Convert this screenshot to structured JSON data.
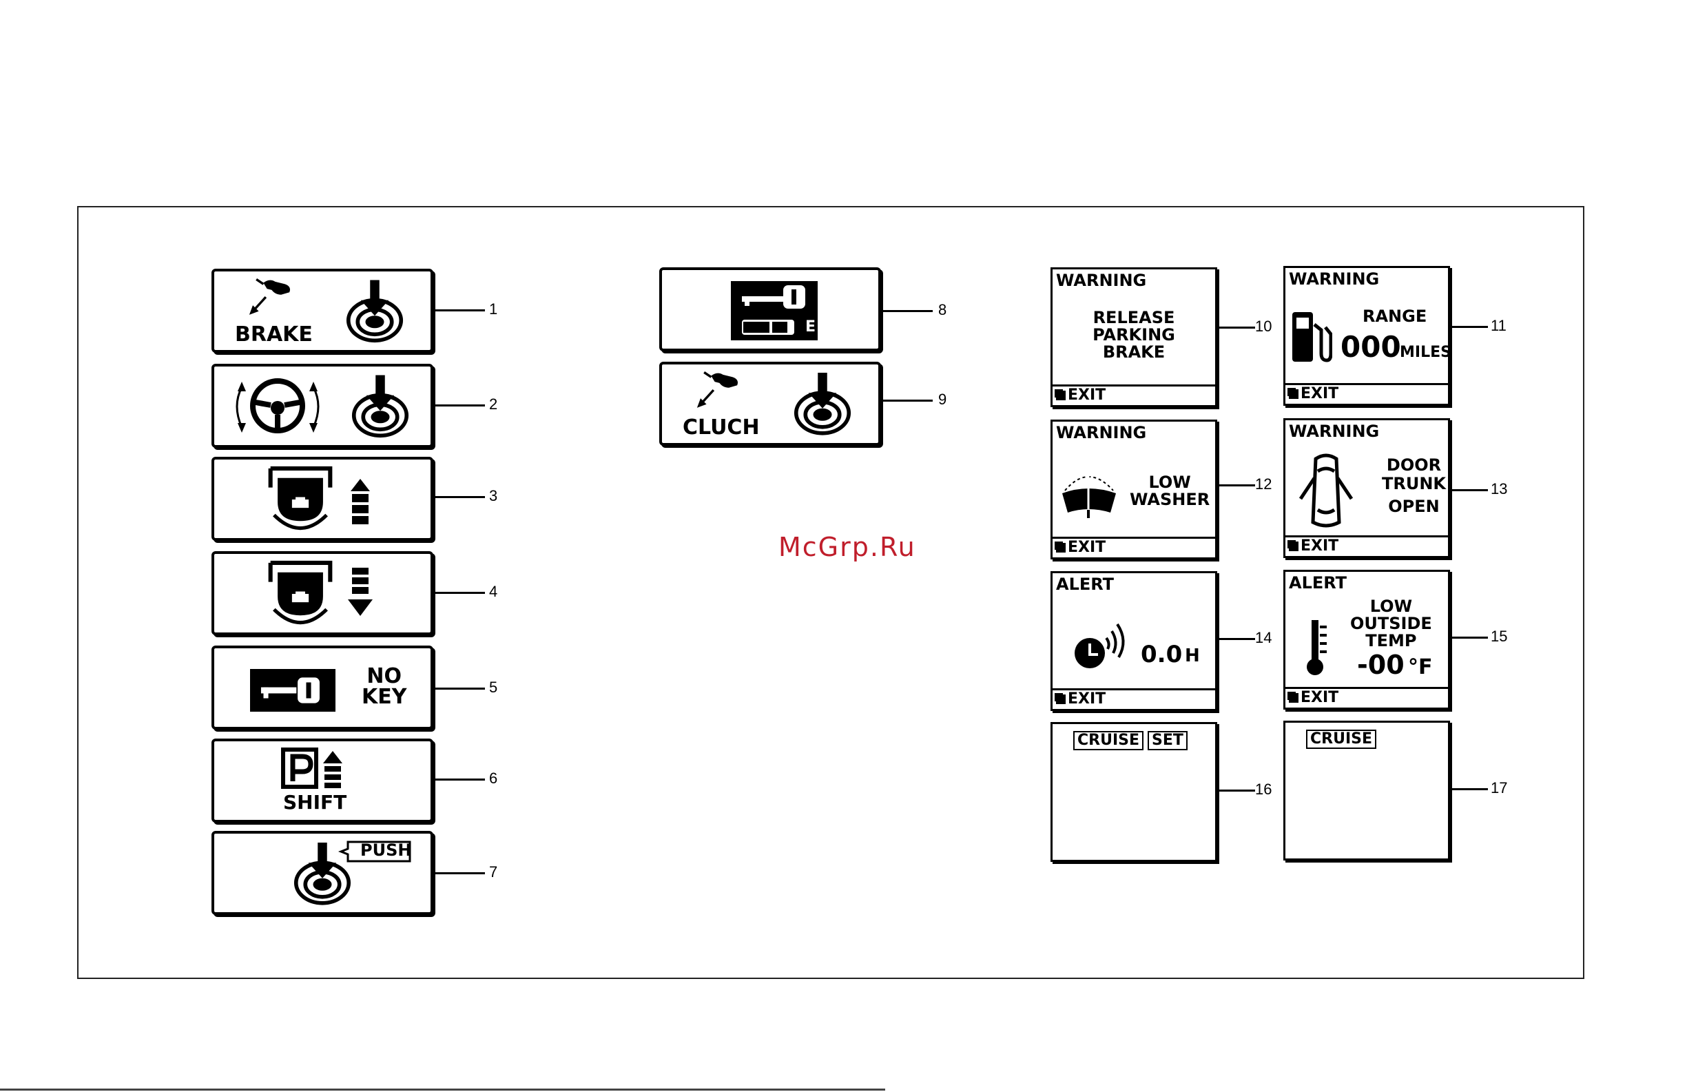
{
  "watermark": "McGrp.Ru",
  "callouts": [
    "1",
    "2",
    "3",
    "4",
    "5",
    "6",
    "7",
    "8",
    "9",
    "10",
    "11",
    "12",
    "13",
    "14",
    "15",
    "16",
    "17"
  ],
  "panels": {
    "p1": {
      "text": "BRAKE"
    },
    "p5": {
      "line1": "NO",
      "line2": "KEY"
    },
    "p6": {
      "text": "SHIFT"
    },
    "p7": {
      "text": "PUSH"
    },
    "p8": {
      "text": "E"
    },
    "p9": {
      "text": "CLUCH"
    }
  },
  "screens": {
    "s10": {
      "title": "WARNING",
      "lines": [
        "RELEASE",
        "PARKING",
        "BRAKE"
      ],
      "exit": "EXIT"
    },
    "s11": {
      "title": "WARNING",
      "label": "RANGE",
      "value": "000",
      "unit": "MILES",
      "exit": "EXIT"
    },
    "s12": {
      "title": "WARNING",
      "lines": [
        "LOW",
        "WASHER"
      ],
      "exit": "EXIT"
    },
    "s13": {
      "title": "WARNING",
      "lines": [
        "DOOR",
        "TRUNK",
        "OPEN"
      ],
      "exit": "EXIT"
    },
    "s14": {
      "title": "ALERT",
      "value": "0.0",
      "unit": "H",
      "exit": "EXIT"
    },
    "s15": {
      "title": "ALERT",
      "lines": [
        "LOW",
        "OUTSIDE",
        "TEMP"
      ],
      "value": "-00",
      "unit": "°F",
      "exit": "EXIT"
    },
    "s16": {
      "tags": [
        "CRUISE",
        "SET"
      ]
    },
    "s17": {
      "tags": [
        "CRUISE"
      ]
    }
  }
}
